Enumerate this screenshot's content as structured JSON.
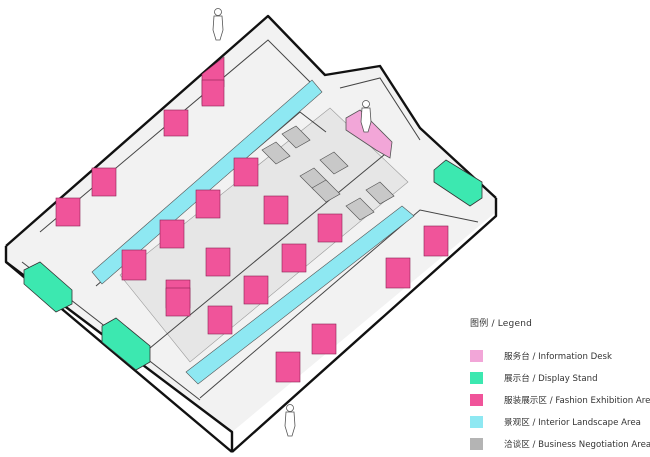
{
  "legend": {
    "title": "图例 / Legend",
    "items": [
      {
        "key": "info",
        "label": "服务台 / Information Desk",
        "color": "#f2a6d8"
      },
      {
        "key": "display",
        "label": "展示台 / Display Stand",
        "color": "#3ce8b0"
      },
      {
        "key": "fashion",
        "label": "服装展示区 / Fashion Exhibition Area",
        "color": "#f0549a"
      },
      {
        "key": "landscape",
        "label": "景观区 / Interior Landscape Area",
        "color": "#8ee8f2"
      },
      {
        "key": "negotiation",
        "label": "洽谈区 / Business Negotiation Area",
        "color": "#b4b4b4"
      }
    ]
  }
}
